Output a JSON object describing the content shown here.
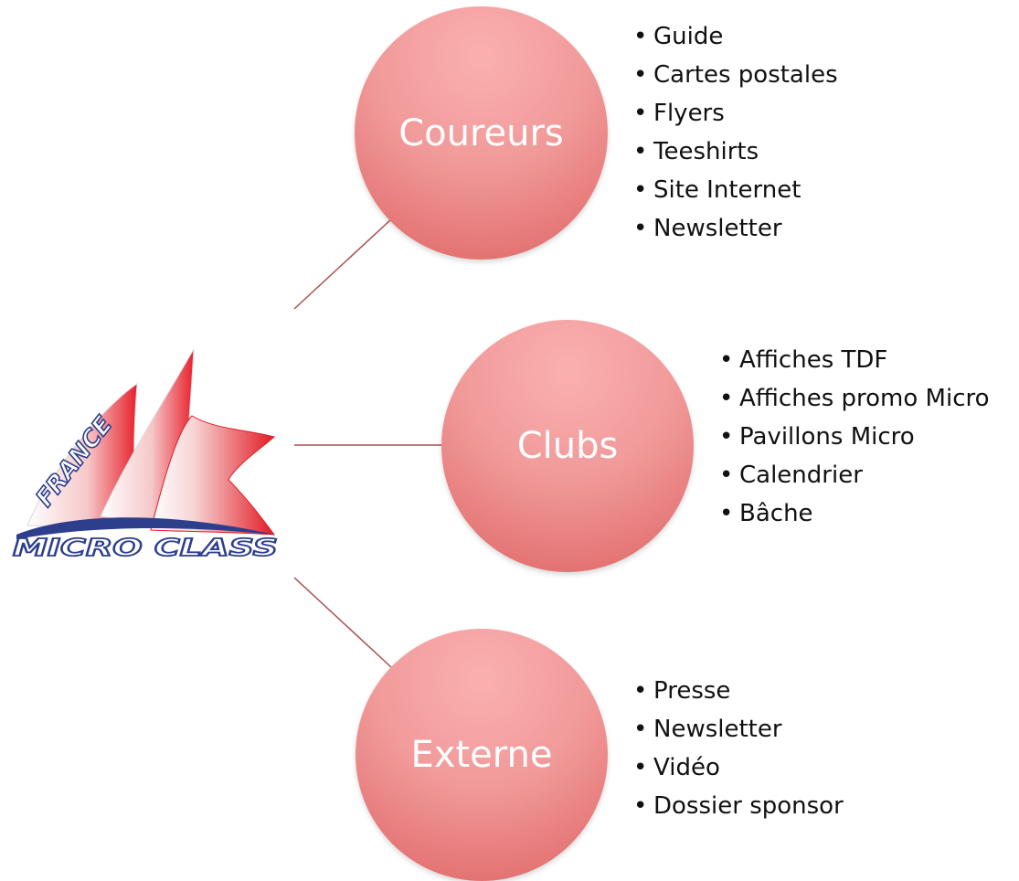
{
  "logo": {
    "text_arc": "FRANCE",
    "text_main": "MICRO CLASS"
  },
  "colors": {
    "node_fill_light": "#fbb0b0",
    "node_fill_dark": "#df6464",
    "connector": "#a85050",
    "logo_red": "#e8212b",
    "logo_blue": "#2c3e8c"
  },
  "nodes": [
    {
      "label": "Coureurs",
      "items": [
        "Guide",
        "Cartes postales",
        "Flyers",
        "Teeshirts",
        "Site Internet",
        "Newsletter"
      ]
    },
    {
      "label": "Clubs",
      "items": [
        "Affiches TDF",
        "Affiches promo Micro",
        "Pavillons Micro",
        "Calendrier",
        "Bâche"
      ]
    },
    {
      "label": "Externe",
      "items": [
        "Presse",
        "Newsletter",
        "Vidéo",
        "Dossier sponsor"
      ]
    }
  ]
}
